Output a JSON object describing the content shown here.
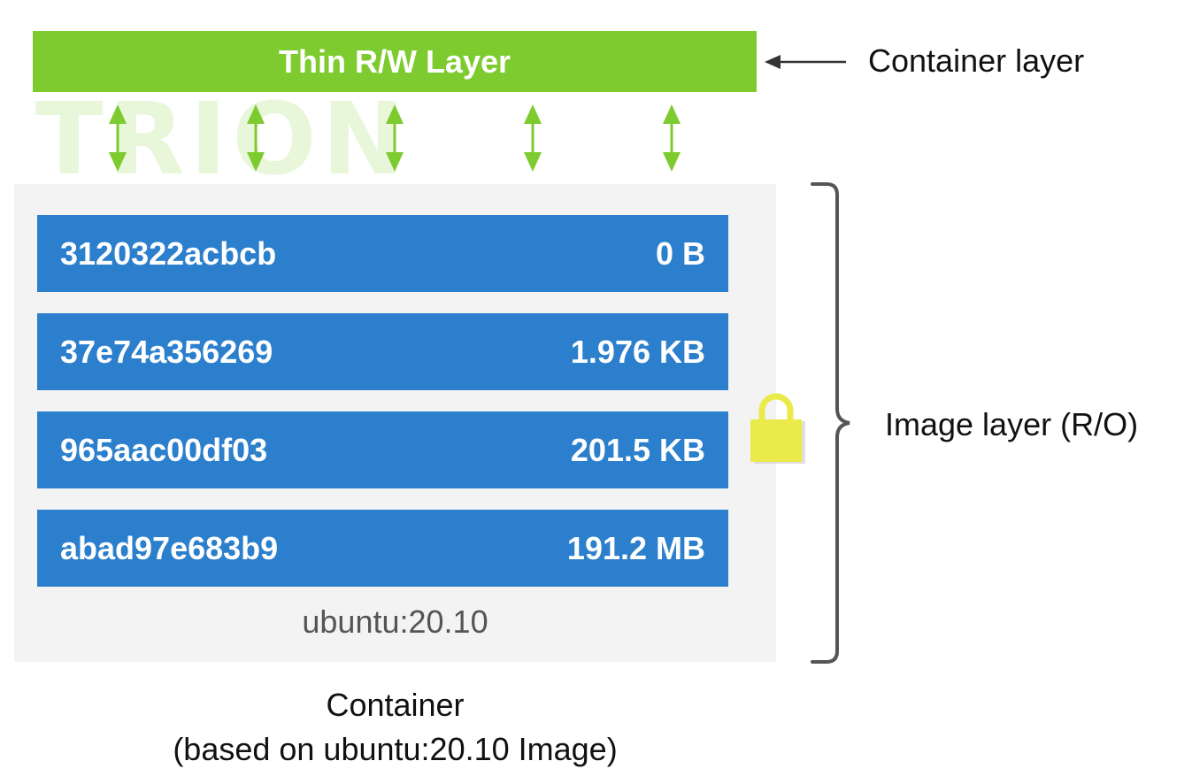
{
  "container_layer": {
    "bar_label": "Thin R/W Layer",
    "side_label": "Container layer",
    "color": "#7dcb2e"
  },
  "watermark": {
    "text": "TRION"
  },
  "image_layers": {
    "side_label": "Image layer (R/O)",
    "color": "#2b7fcc",
    "rows": [
      {
        "id": "3120322acbcb",
        "size": "0 B"
      },
      {
        "id": "37e74a356269",
        "size": "1.976 KB"
      },
      {
        "id": "965aac00df03",
        "size": "201.5 KB"
      },
      {
        "id": "abad97e683b9",
        "size": "191.2 MB"
      }
    ],
    "base_image": "ubuntu:20.10"
  },
  "caption": {
    "line1": "Container",
    "line2": "(based on ubuntu:20.10 Image)"
  },
  "icons": {
    "lock": "lock-icon",
    "lock_color": "#eaea4a"
  }
}
